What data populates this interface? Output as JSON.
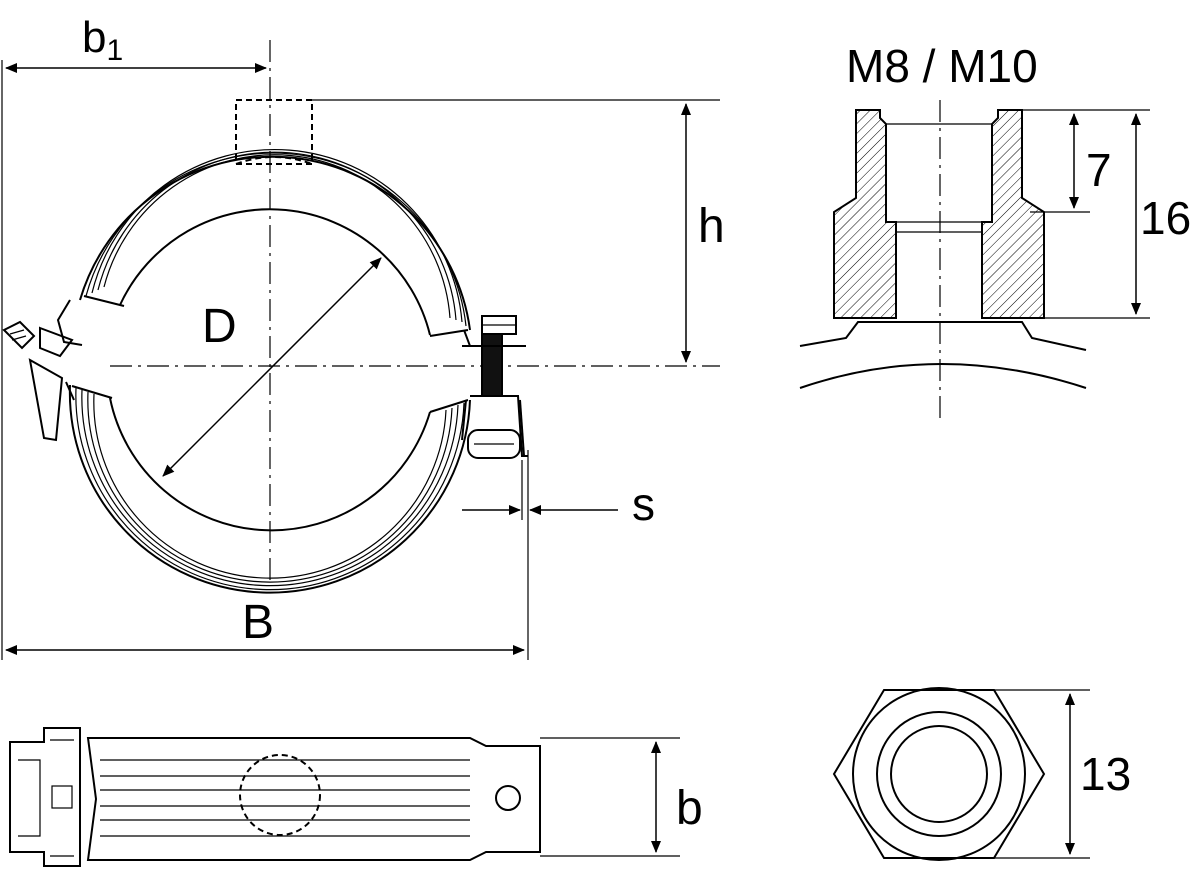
{
  "labels": {
    "b1_main": "b",
    "b1_sub": "1",
    "h": "h",
    "D": "D",
    "s": "s",
    "B": "B",
    "b": "b",
    "thread": "M8 / M10",
    "depth_7": "7",
    "height_16": "16",
    "width_13": "13"
  }
}
